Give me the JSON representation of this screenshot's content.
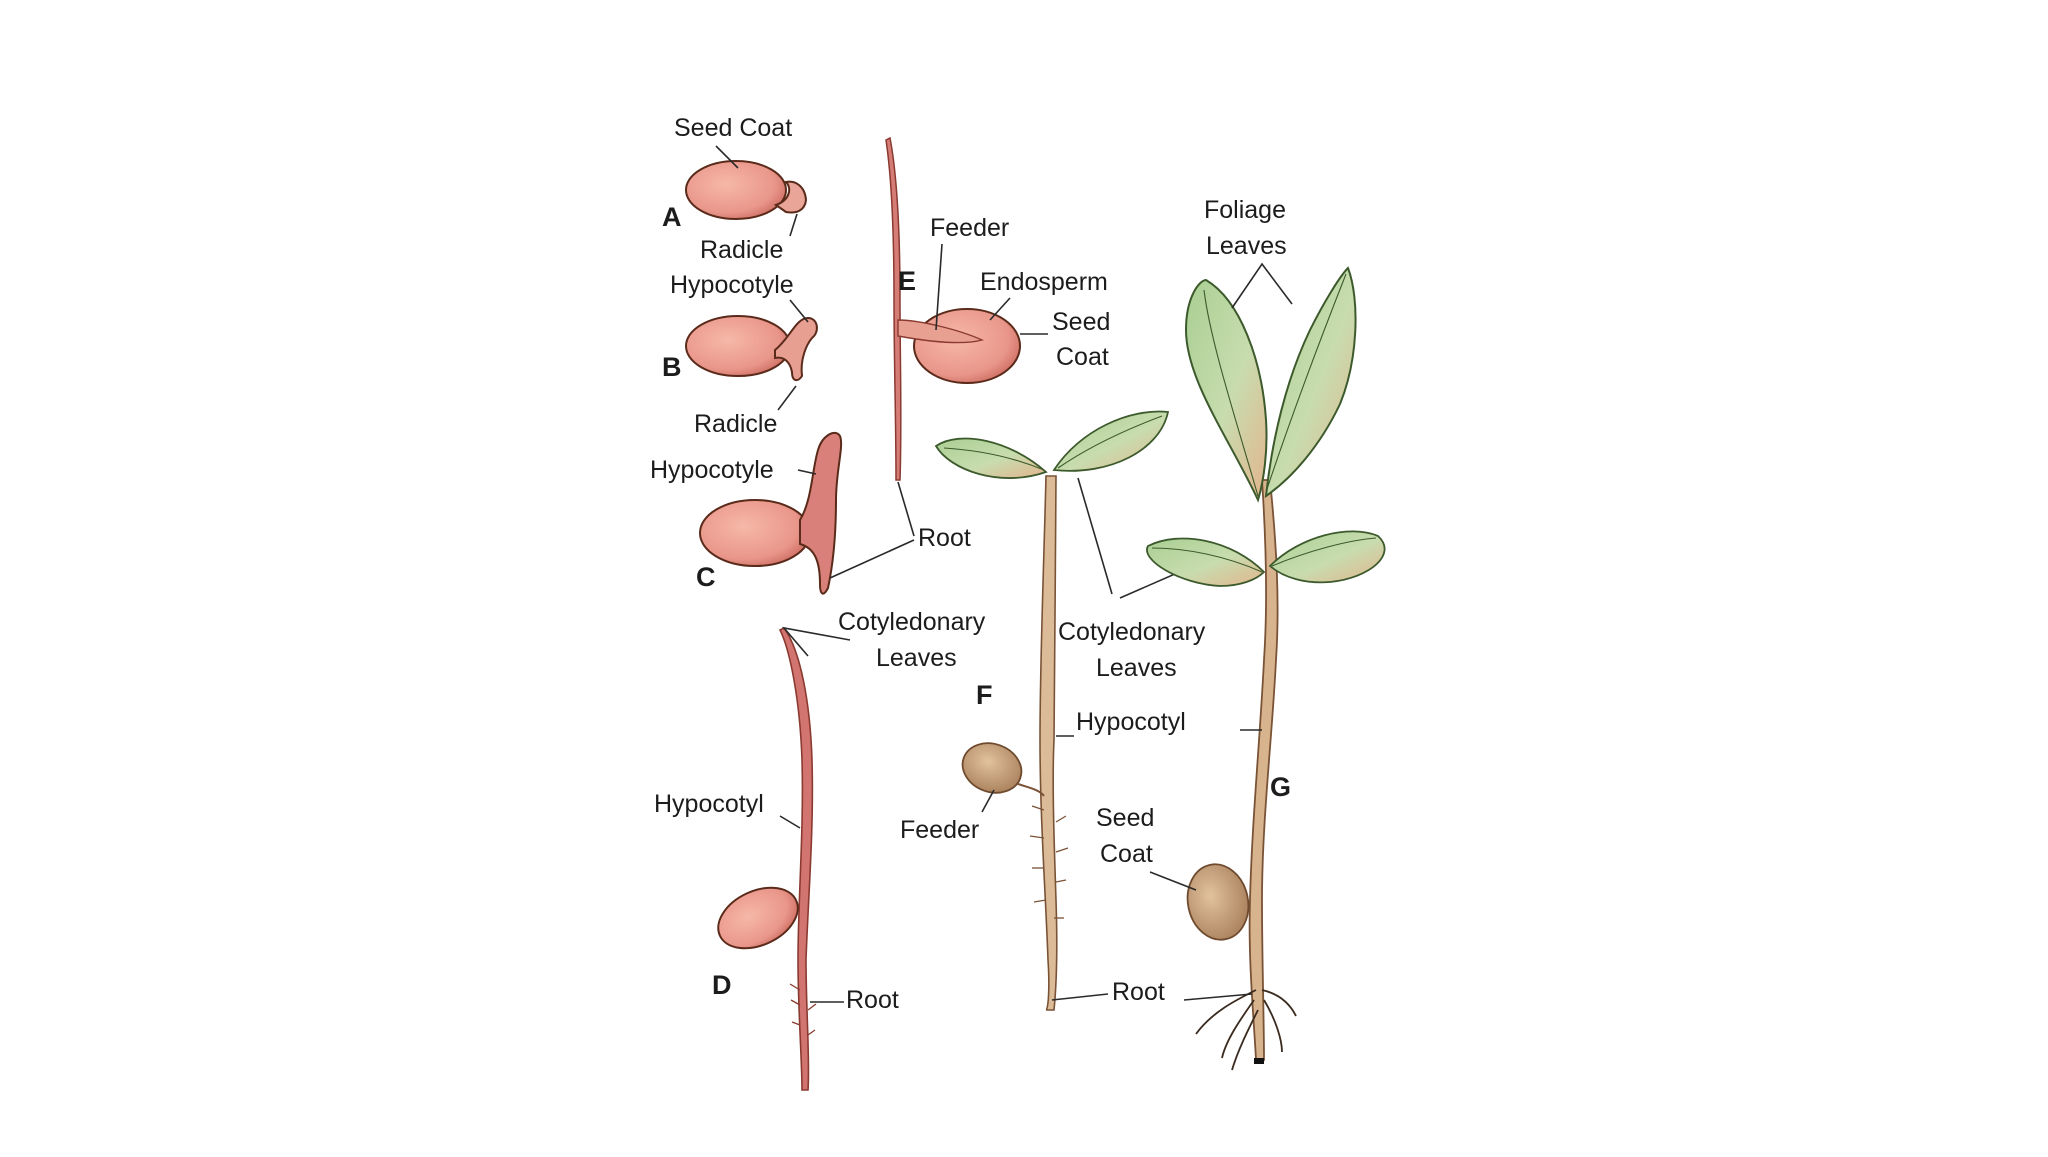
{
  "figure": {
    "stage_letters": [
      "A",
      "B",
      "C",
      "D",
      "E",
      "F",
      "G"
    ],
    "labels": {
      "a_seed_coat": "Seed Coat",
      "a_radicle": "Radicle",
      "b_hypocotyle": "Hypocotyle",
      "b_radicle": "Radicle",
      "c_hypocotyle": "Hypocotyle",
      "c_root": "Root",
      "d_cotyledonary_1": "Cotyledonary",
      "d_cotyledonary_2": "Leaves",
      "d_hypocotyl": "Hypocotyl",
      "d_root": "Root",
      "e_feeder": "Feeder",
      "e_endosperm": "Endosperm",
      "e_seed_coat_1": "Seed",
      "e_seed_coat_2": "Coat",
      "f_cotyledonary_1": "Cotyledonary",
      "f_cotyledonary_2": "Leaves",
      "f_hypocotyl": "Hypocotyl",
      "f_feeder": "Feeder",
      "f_root": "Root",
      "g_foliage_1": "Foliage",
      "g_foliage_2": "Leaves",
      "g_seed_coat_1": "Seed",
      "g_seed_coat_2": "Coat"
    },
    "colors": {
      "seed_pink": "#e9968a",
      "seed_pink_dark": "#c8645a",
      "hypocotyl_red": "#cf6f6a",
      "stem_tan": "#d8b48e",
      "stem_outline": "#7a5236",
      "leaf_green": "#b8d6a0",
      "leaf_green_dark": "#7fae6a",
      "leaf_blush": "#e0b08e",
      "seed_tan": "#c9a07a"
    }
  }
}
